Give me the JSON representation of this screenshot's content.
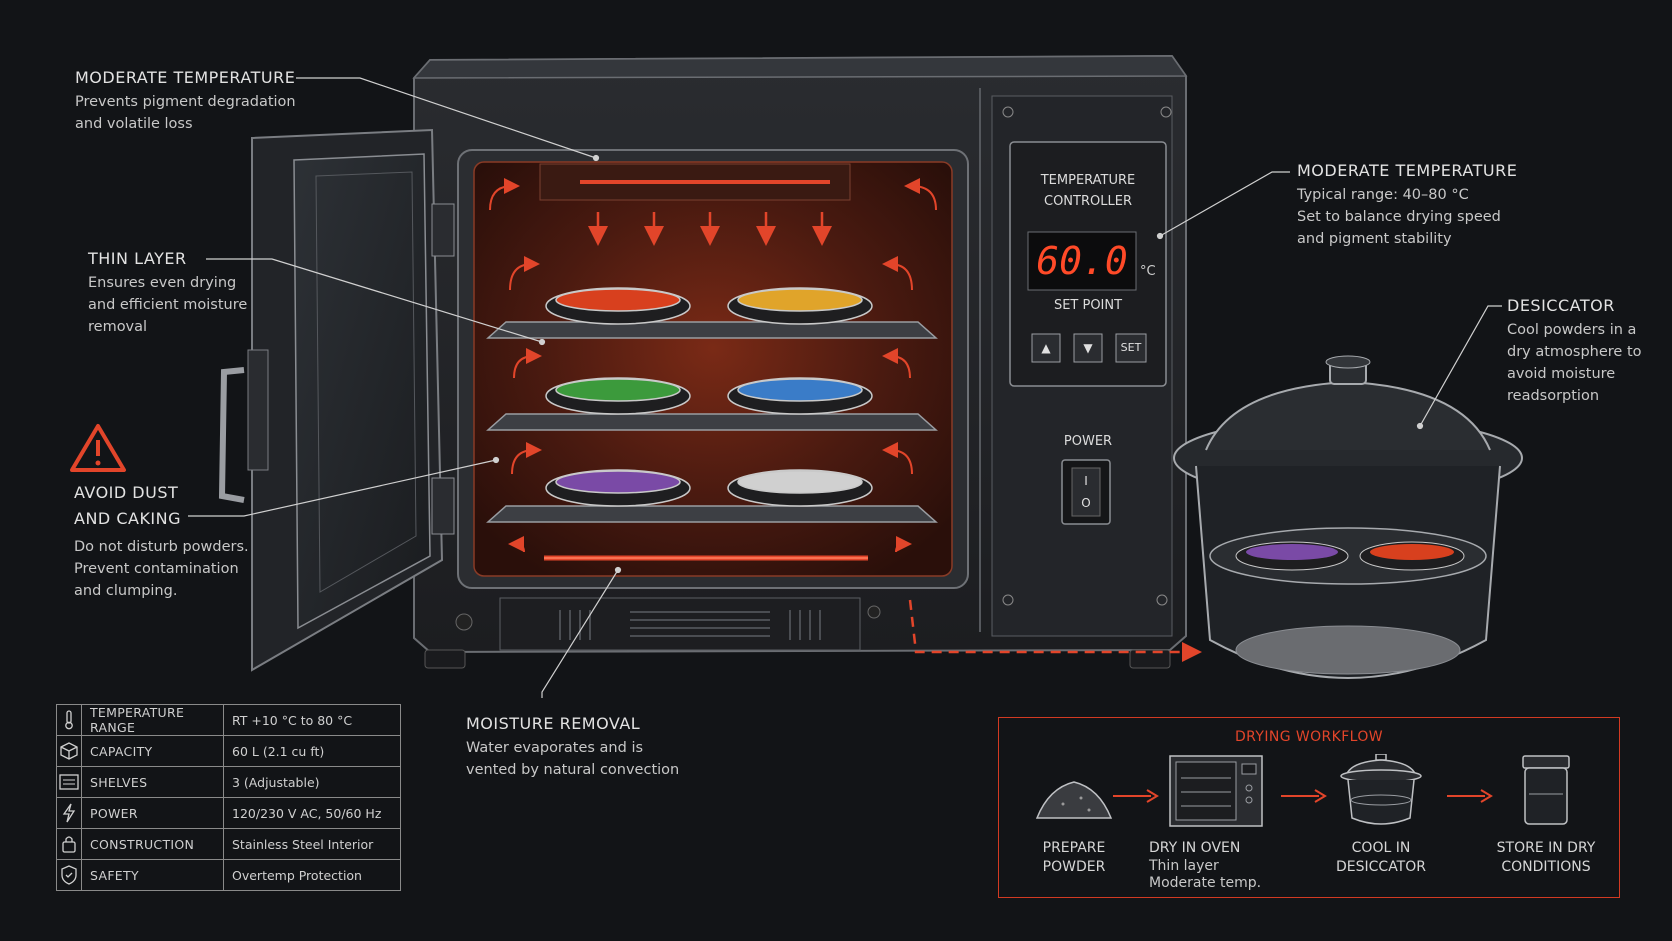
{
  "annotations": {
    "moderate_temp_left": {
      "title": "MODERATE TEMPERATURE",
      "lines": [
        "Prevents pigment degradation",
        "and volatile loss"
      ]
    },
    "thin_layer": {
      "title": "THIN LAYER",
      "lines": [
        "Ensures even drying",
        "and efficient moisture",
        "removal"
      ]
    },
    "avoid_dust": {
      "title_lines": [
        "AVOID DUST",
        "AND CAKING"
      ],
      "lines": [
        "Do not disturb powders.",
        "Prevent contamination",
        "and clumping."
      ]
    },
    "moisture_removal": {
      "title": "MOISTURE REMOVAL",
      "lines": [
        "Water evaporates and is",
        "vented by natural convection"
      ]
    },
    "moderate_temp_right": {
      "title": "MODERATE TEMPERATURE",
      "lines": [
        "Typical range: 40–80 °C",
        "Set to balance drying speed",
        "and pigment stability"
      ]
    },
    "desiccator": {
      "title": "DESICCATOR",
      "lines": [
        "Cool powders in a",
        "dry atmosphere to",
        "avoid moisture",
        "readsorption"
      ]
    }
  },
  "controller": {
    "title_lines": [
      "TEMPERATURE",
      "CONTROLLER"
    ],
    "display": "60.0",
    "unit": "°C",
    "set_point_label": "SET POINT",
    "up_glyph": "▲",
    "down_glyph": "▼",
    "set_label": "SET",
    "power_label": "POWER",
    "switch_on": "I",
    "switch_off": "O"
  },
  "specs": [
    {
      "icon": "thermometer-icon",
      "label": "TEMPERATURE RANGE",
      "value": "RT +10 °C to 80 °C"
    },
    {
      "icon": "box-icon",
      "label": "CAPACITY",
      "value": "60 L (2.1 cu ft)"
    },
    {
      "icon": "shelves-icon",
      "label": "SHELVES",
      "value": "3 (Adjustable)"
    },
    {
      "icon": "lightning-icon",
      "label": "POWER",
      "value": "120/230 V AC, 50/60 Hz"
    },
    {
      "icon": "lock-icon",
      "label": "CONSTRUCTION",
      "value": "Stainless Steel Interior"
    },
    {
      "icon": "shield-icon",
      "label": "SAFETY",
      "value": "Overtemp Protection"
    }
  ],
  "workflow": {
    "title": "DRYING WORKFLOW",
    "steps": [
      {
        "icon": "powder-pile-icon",
        "label_lines": [
          "PREPARE",
          "POWDER"
        ],
        "sub_lines": []
      },
      {
        "icon": "oven-icon",
        "label_lines": [
          "DRY IN OVEN"
        ],
        "sub_lines": [
          "Thin layer",
          "Moderate temp."
        ]
      },
      {
        "icon": "desiccator-icon",
        "label_lines": [
          "COOL IN",
          "DESICCATOR"
        ],
        "sub_lines": []
      },
      {
        "icon": "jar-icon",
        "label_lines": [
          "STORE IN DRY",
          "CONDITIONS"
        ],
        "sub_lines": []
      }
    ]
  },
  "colors": {
    "accent": "#e2452a",
    "heat_glow": "#c5361c",
    "background": "#121417",
    "pigments": [
      "#d8401e",
      "#e0a42a",
      "#3c9a3c",
      "#3a7cc8",
      "#7a4aa6",
      "#d0d0d0"
    ]
  }
}
